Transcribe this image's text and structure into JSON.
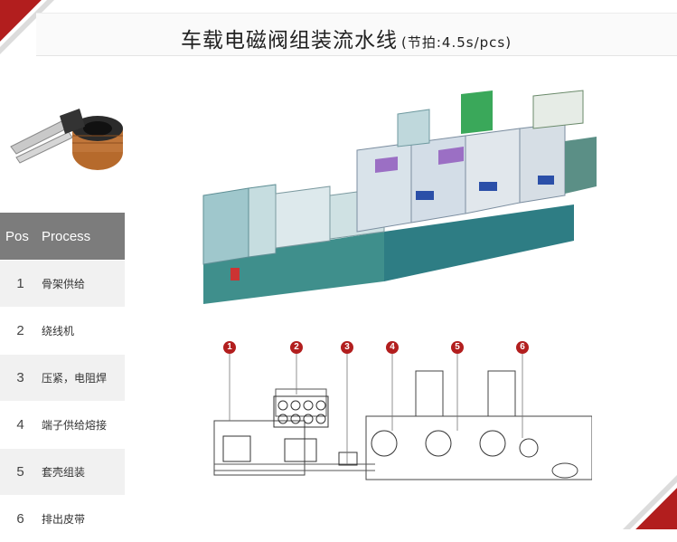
{
  "title": {
    "main": "车载电磁阀组装流水线",
    "sub": "(节拍:4.5s/pcs)"
  },
  "table": {
    "headers": [
      "Pos",
      "Process"
    ],
    "rows": [
      {
        "pos": "1",
        "process": "骨架供给"
      },
      {
        "pos": "2",
        "process": "绕线机"
      },
      {
        "pos": "3",
        "process": "压紧，电阻焊"
      },
      {
        "pos": "4",
        "process": "端子供给熔接"
      },
      {
        "pos": "5",
        "process": "套壳组装"
      },
      {
        "pos": "6",
        "process": "排出皮带"
      }
    ]
  },
  "markers": [
    "1",
    "2",
    "3",
    "4",
    "5",
    "6"
  ],
  "colors": {
    "accent": "#b21e1e",
    "header_bg": "#7c7c7c"
  }
}
